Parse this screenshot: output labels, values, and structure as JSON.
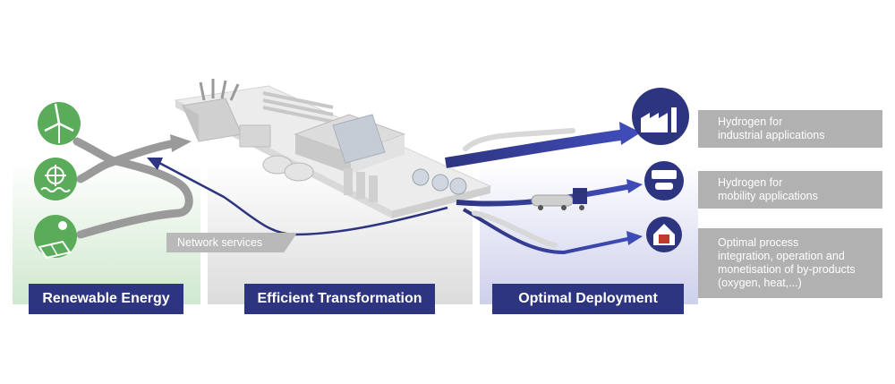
{
  "sections": {
    "renewable": "Renewable Energy",
    "transformation": "Efficient Transformation",
    "deployment": "Optimal Deployment"
  },
  "network_services": "Network services",
  "outputs": {
    "industrial": {
      "line1": "Hydrogen for",
      "line2": "industrial applications"
    },
    "mobility": {
      "line1": "Hydrogen for",
      "line2": "mobility applications"
    },
    "process": {
      "line1": "Optimal process",
      "line2": "integration, operation and",
      "line3": "monetisation of by-products",
      "line4": "(oxygen, heat,...)"
    }
  },
  "icons": {
    "wind": "wind-turbine-icon",
    "hydro": "water-turbine-icon",
    "solar": "solar-panel-icon",
    "factory": "factory-icon",
    "mobility": "bus-car-icon",
    "heat": "house-heater-icon"
  },
  "colors": {
    "green": "#5aac5a",
    "navy": "#2e3580",
    "grey": "#b1b1b1",
    "arrow_blue": "#3b45a5"
  }
}
